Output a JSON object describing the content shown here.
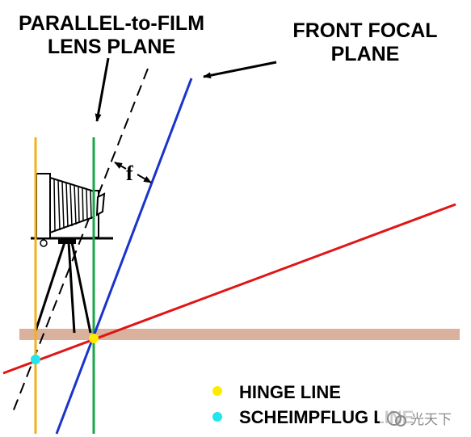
{
  "labels": {
    "parallel_line1": "PARALLEL-to-FILM",
    "parallel_line2": "LENS PLANE",
    "front_line1": "FRONT  FOCAL",
    "front_line2": "PLANE",
    "focal_length": "f"
  },
  "legend": {
    "hinge_label": "HINGE  LINE",
    "scheimpflug_label": "SCHEIMPFLUG LINE"
  },
  "watermark": "光天下",
  "colors": {
    "film_plane": "#f2b01e",
    "lens_plane": "#1aa64a",
    "front_focal_plane": "#1a33cc",
    "plane_of_focus": "#e01515",
    "ground": "#d9b19c",
    "hinge_point": "#ffeb00",
    "scheimpflug_point": "#22e6ee",
    "arrow": "#000000"
  }
}
